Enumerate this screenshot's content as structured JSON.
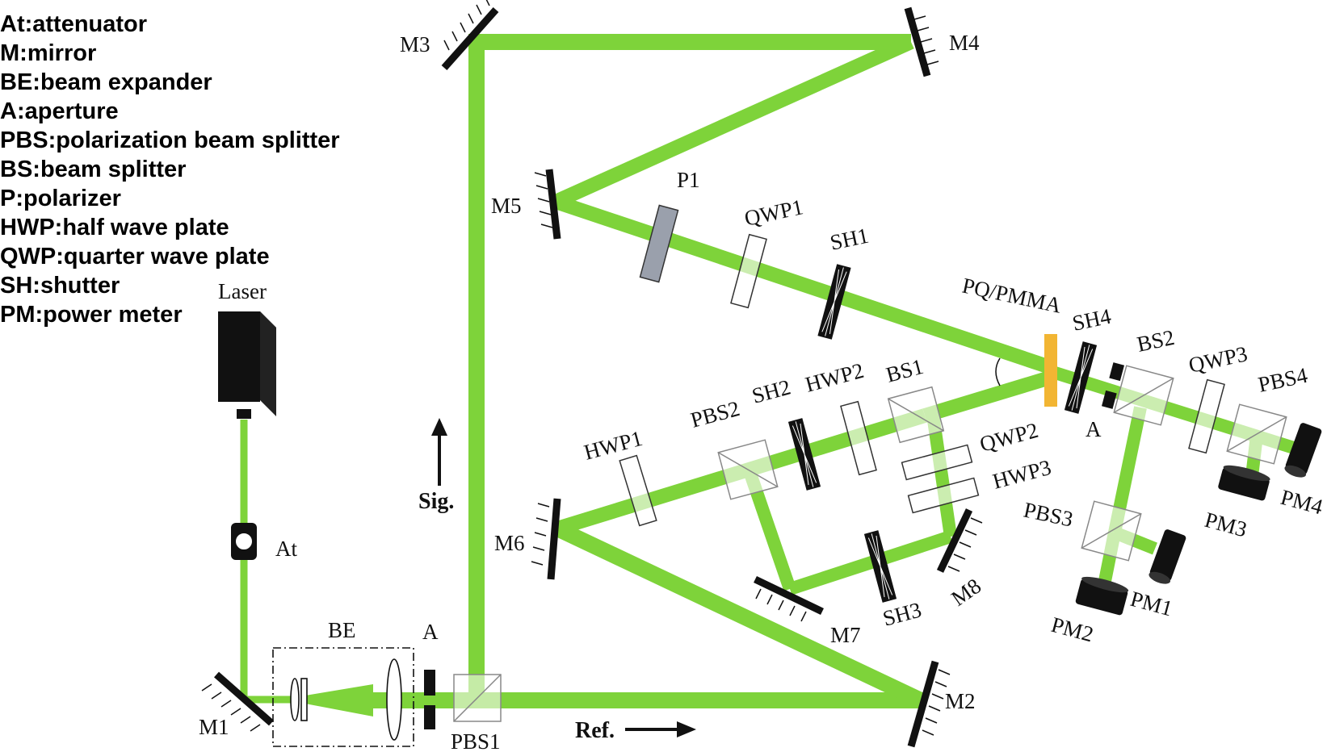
{
  "legend": [
    "At:attenuator",
    "M:mirror",
    "BE:beam expander",
    "A:aperture",
    "PBS:polarization beam splitter",
    "BS:beam splitter",
    "P:polarizer",
    "HWP:half wave plate",
    "QWP:quarter wave plate",
    "SH:shutter",
    "PM:power meter"
  ],
  "labels": {
    "laser": "Laser",
    "at": "At",
    "be": "BE",
    "a_main": "A",
    "a_right": "A",
    "m1": "M1",
    "m2": "M2",
    "m3": "M3",
    "m4": "M4",
    "m5": "M5",
    "m6": "M6",
    "m7": "M7",
    "m8": "M8",
    "pbs1": "PBS1",
    "pbs2": "PBS2",
    "pbs3": "PBS3",
    "pbs4": "PBS4",
    "bs1": "BS1",
    "bs2": "BS2",
    "p1": "P1",
    "qwp1": "QWP1",
    "qwp2": "QWP2",
    "qwp3": "QWP3",
    "hwp1": "HWP1",
    "hwp2": "HWP2",
    "hwp3": "HWP3",
    "sh1": "SH1",
    "sh2": "SH2",
    "sh3": "SH3",
    "sh4": "SH4",
    "pm1": "PM1",
    "pm2": "PM2",
    "pm3": "PM3",
    "pm4": "PM4",
    "sample": "PQ/PMMA",
    "sig": "Sig.",
    "ref": "Ref."
  },
  "colors": {
    "beam": "#7ed33a",
    "sample": "#f2b533",
    "polarizer": "#9aa0ac",
    "optic": "#111111"
  }
}
